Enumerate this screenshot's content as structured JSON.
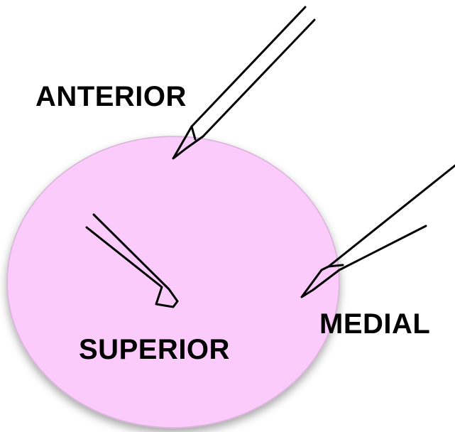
{
  "labels": {
    "anterior": "ANTERIOR",
    "superior": "SUPERIOR",
    "medial": "MEDIAL"
  },
  "colors": {
    "ellipse_fill": "#fbcbfb",
    "ellipse_stroke": "#d9b2d9",
    "needle_stroke": "#000000"
  },
  "icons": [
    "needle-icon"
  ]
}
